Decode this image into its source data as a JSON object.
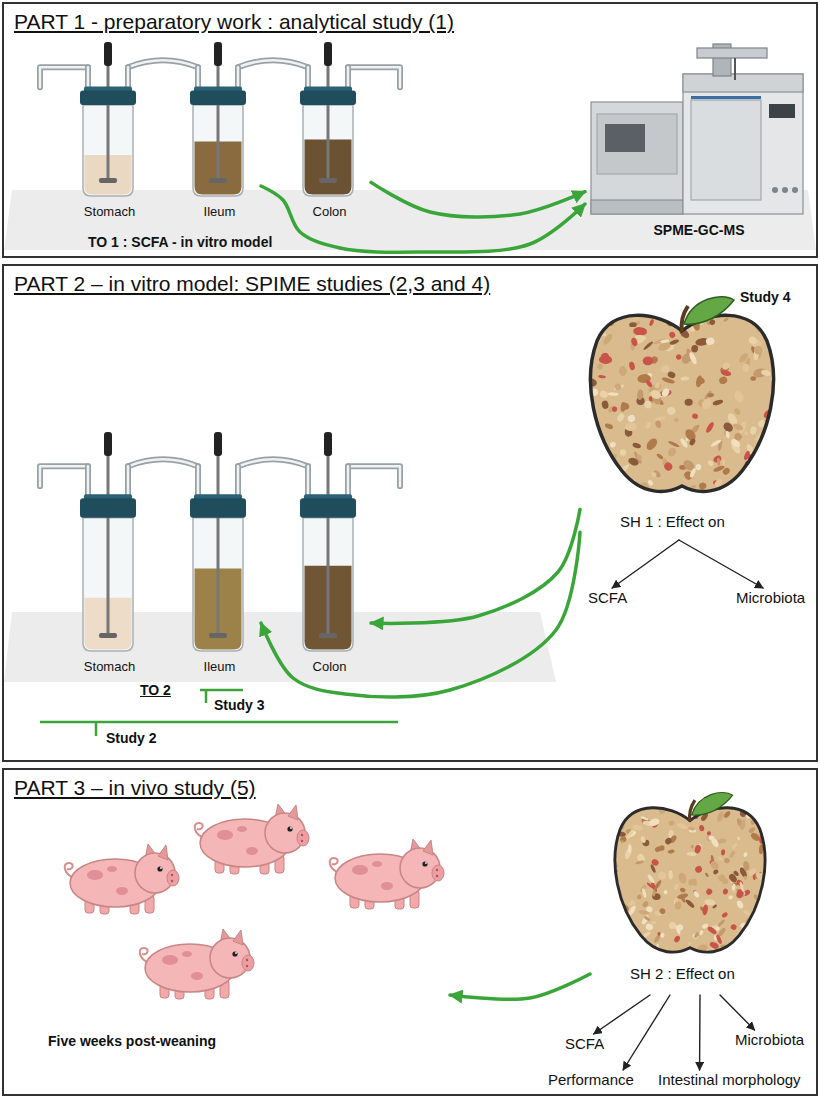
{
  "diagram": {
    "nodes": [
      {
        "text": [
          "PART 1 - preparatory work : analytical study (1)"
        ]
      },
      {
        "text": [
          "Stomach"
        ],
        "in": 0
      },
      {
        "text": [
          "Ileum"
        ],
        "in": 0
      },
      {
        "text": [
          "Colon"
        ],
        "in": 0
      },
      {
        "text": [
          "SPME-GC-MS"
        ],
        "in": 0
      },
      {
        "text": [
          "PART 2 – in vitro model: SPIME studies (2,3 and 4)"
        ]
      },
      {
        "text": [
          "Stomach"
        ],
        "in": 5
      },
      {
        "text": [
          "Ileum"
        ],
        "in": 5
      },
      {
        "text": [
          "Colon"
        ],
        "in": 5
      },
      {
        "text": [
          "Study 4",
          "SH 1 : Effect on"
        ],
        "in": 5
      },
      {
        "text": [
          "SCFA"
        ],
        "in": 5
      },
      {
        "text": [
          "Microbiota"
        ],
        "in": 5
      },
      {
        "text": [
          "PART 3 – in vivo study (5)"
        ]
      },
      {
        "text": [
          "Five weeks post-weaning"
        ],
        "in": 12
      },
      {
        "text": [
          "SH 2 : Effect on"
        ],
        "in": 12
      },
      {
        "text": [
          "SCFA"
        ],
        "in": 12
      },
      {
        "text": [
          "Microbiota"
        ],
        "in": 12
      },
      {
        "text": [
          "Performance"
        ],
        "in": 12
      },
      {
        "text": [
          "Intestinal morphology"
        ],
        "in": 12
      }
    ],
    "edges": [
      {
        "from": 2,
        "to": 4,
        "arrow": "to"
      },
      {
        "from": 3,
        "to": 4,
        "arrow": "to"
      },
      {
        "from": 9,
        "to": 8,
        "arrow": "to"
      },
      {
        "from": 9,
        "to": 7,
        "arrow": "to"
      },
      {
        "from": 9,
        "to": 10,
        "arrow": "to"
      },
      {
        "from": 9,
        "to": 11,
        "arrow": "to"
      },
      {
        "from": 14,
        "to": 13,
        "arrow": "to"
      },
      {
        "from": 14,
        "to": 15,
        "arrow": "to"
      },
      {
        "from": 14,
        "to": 16,
        "arrow": "to"
      },
      {
        "from": 14,
        "to": 17,
        "arrow": "to"
      },
      {
        "from": 14,
        "to": 18,
        "arrow": "to"
      }
    ],
    "labels": [
      "TO 1 : SCFA - in vitro model",
      "TO 2",
      "Study 3",
      "Study 2"
    ]
  }
}
